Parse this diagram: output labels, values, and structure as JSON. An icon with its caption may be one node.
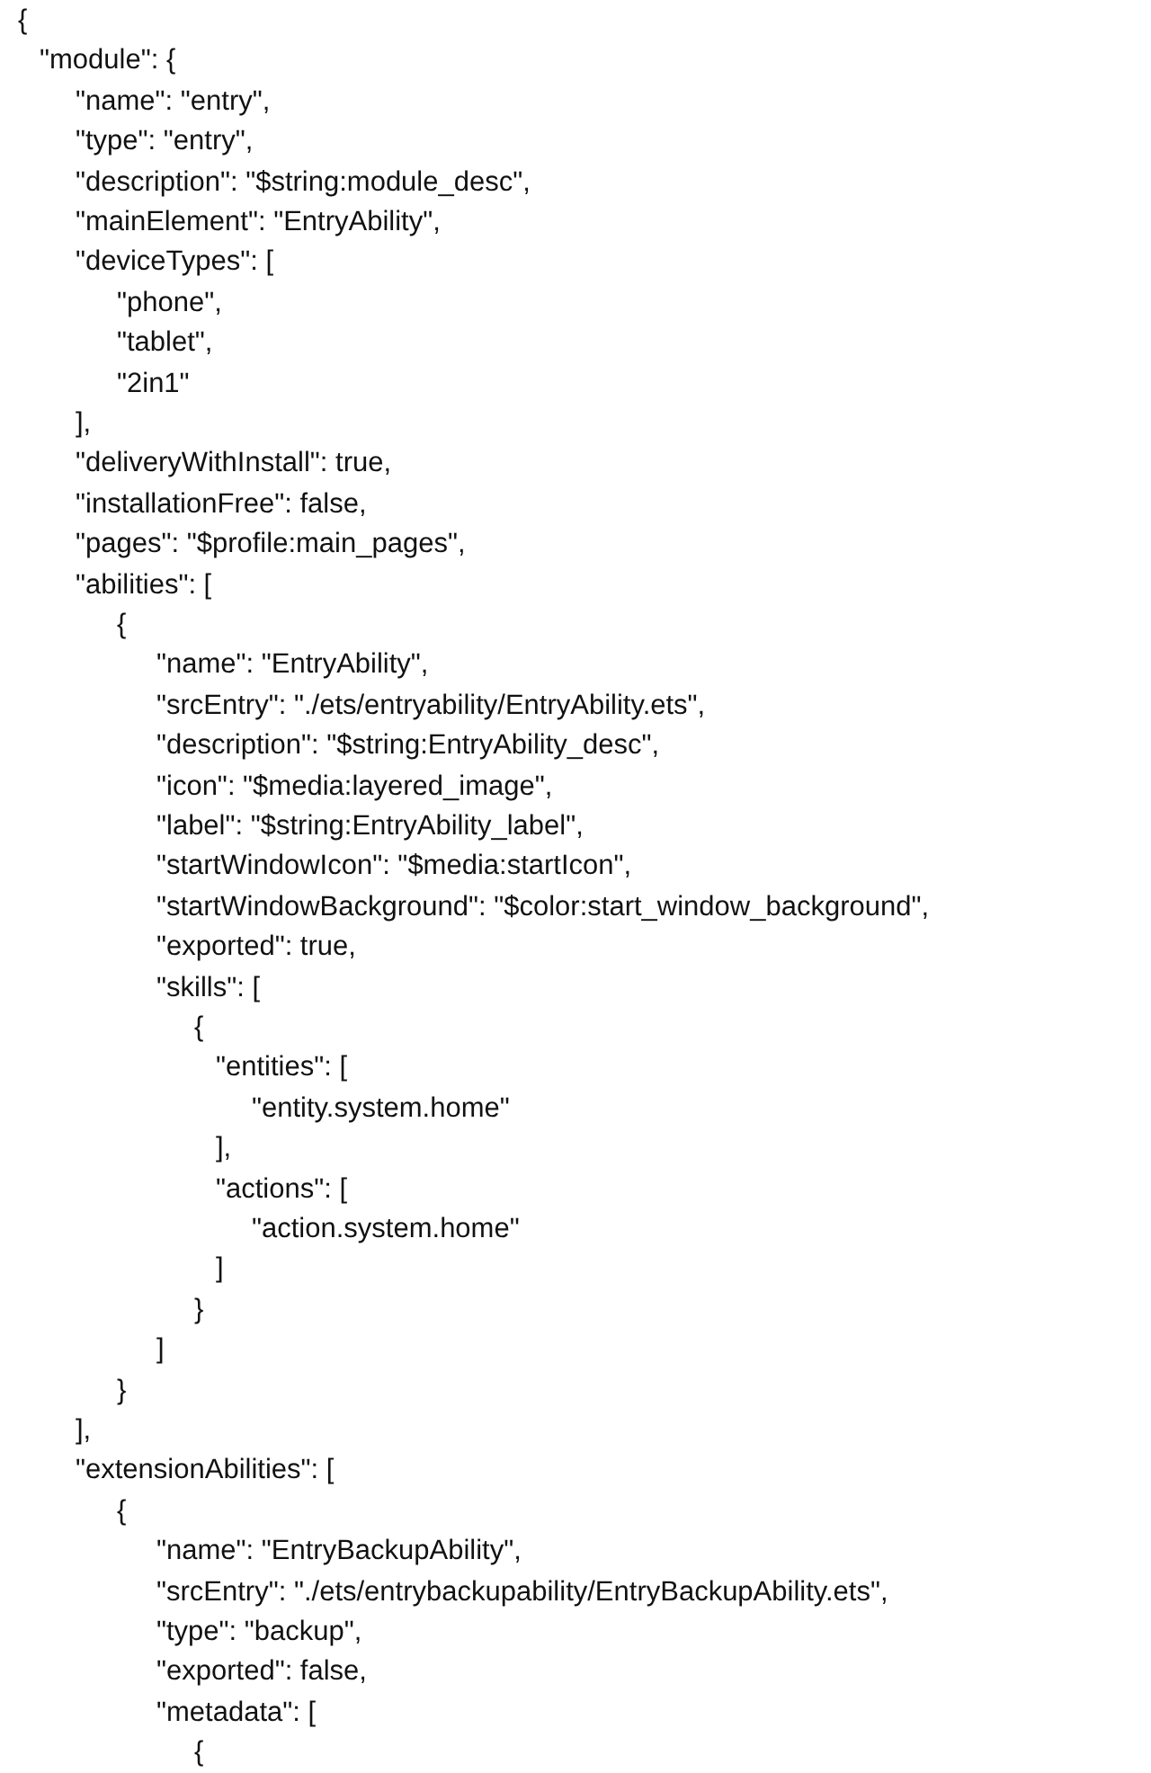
{
  "diagram": {
    "labels": [
      "{",
      "\"module\": {",
      "\"name\": \"entry\",",
      "\"type\": \"entry\",",
      "\"description\": \"$string:module_desc\",",
      "\"mainElement\": \"EntryAbility\",",
      "\"deviceTypes\": [",
      "\"phone\",",
      "\"tablet\",",
      "\"2in1\"",
      "],",
      "\"deliveryWithInstall\": true,",
      "\"installationFree\": false,",
      "\"pages\": \"$profile:main_pages\",",
      "\"abilities\": [",
      "{",
      "\"name\": \"EntryAbility\",",
      "\"srcEntry\": \"./ets/entryability/EntryAbility.ets\",",
      "\"description\": \"$string:EntryAbility_desc\",",
      "\"icon\": \"$media:layered_image\",",
      "\"label\": \"$string:EntryAbility_label\",",
      "\"startWindowIcon\": \"$media:startIcon\",",
      "\"startWindowBackground\": \"$color:start_window_background\",",
      "\"exported\": true,",
      "\"skills\": [",
      "{",
      "\"entities\": [",
      "\"entity.system.home\"",
      "],",
      "\"actions\": [",
      "\"action.system.home\"",
      "]",
      "}",
      "]",
      "}",
      "],",
      "\"extensionAbilities\": [",
      "{",
      "\"name\": \"EntryBackupAbility\",",
      "\"srcEntry\": \"./ets/entrybackupability/EntryBackupAbility.ets\",",
      "\"type\": \"backup\",",
      "\"exported\": false,",
      "\"metadata\": [",
      "{"
    ]
  }
}
